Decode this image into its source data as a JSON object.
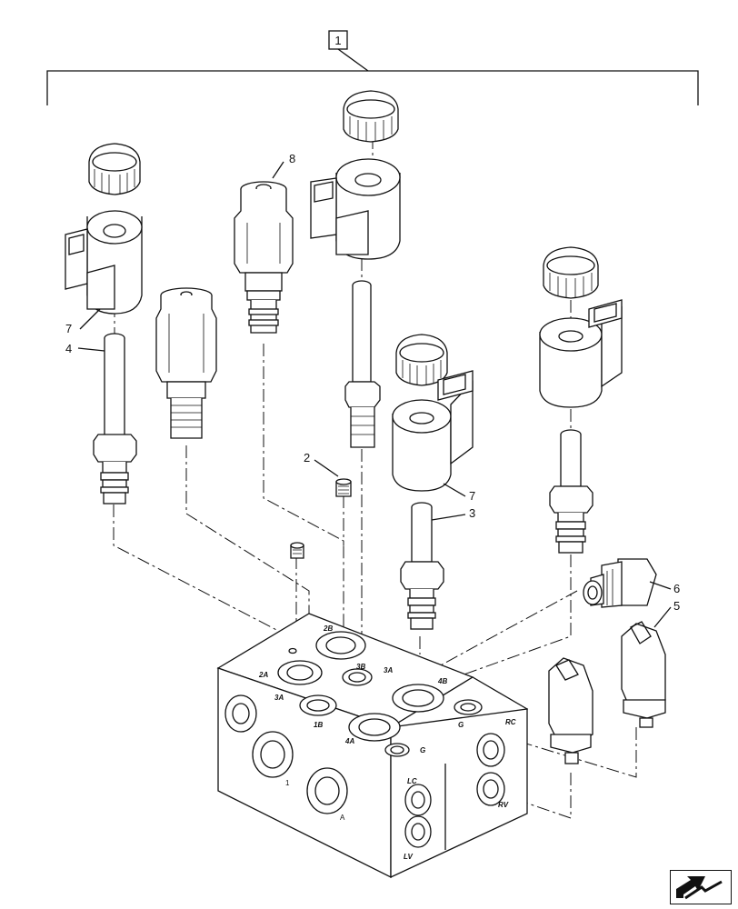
{
  "diagram": {
    "assembly_callout": "1",
    "callouts": {
      "c2": "2",
      "c3": "3",
      "c4": "4",
      "c5": "5",
      "c6": "6",
      "c7a": "7",
      "c7b": "7",
      "c8": "8"
    },
    "ports_top": {
      "p2a": "2A",
      "p2b": "2B",
      "p3b": "3B",
      "p3a_top": "3A",
      "p4b": "4B",
      "p3a": "3A",
      "p1b": "1B",
      "p4a": "4A",
      "pg": "G",
      "pg_right": "G"
    },
    "ports_side": {
      "rc": "RC",
      "lc": "LC",
      "rv": "RV",
      "lv": "LV",
      "front_1": "1",
      "front_a": "A"
    }
  }
}
